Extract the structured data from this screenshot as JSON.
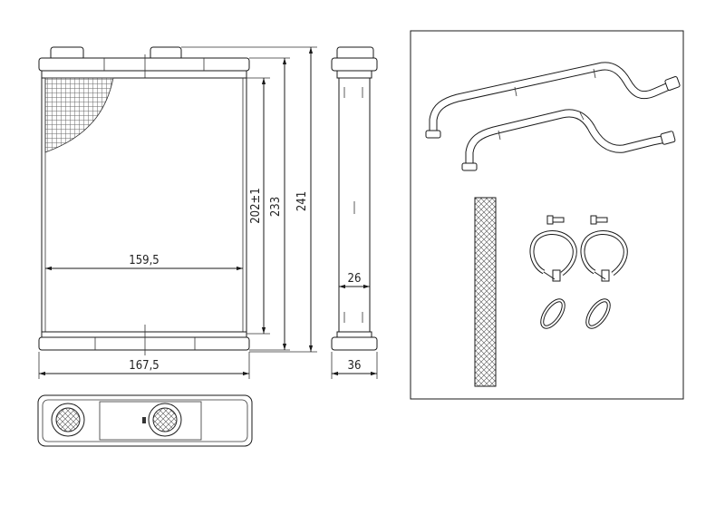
{
  "drawing": {
    "dimensions": {
      "core_width": "159,5",
      "overall_width": "167,5",
      "core_height": "202±1",
      "tank_height": "233",
      "overall_height": "241",
      "core_depth": "26",
      "overall_depth": "36"
    },
    "kit_items": [
      "pipe-set",
      "foam-seal-strip",
      "hose-clamps",
      "bolts",
      "o-rings"
    ]
  }
}
